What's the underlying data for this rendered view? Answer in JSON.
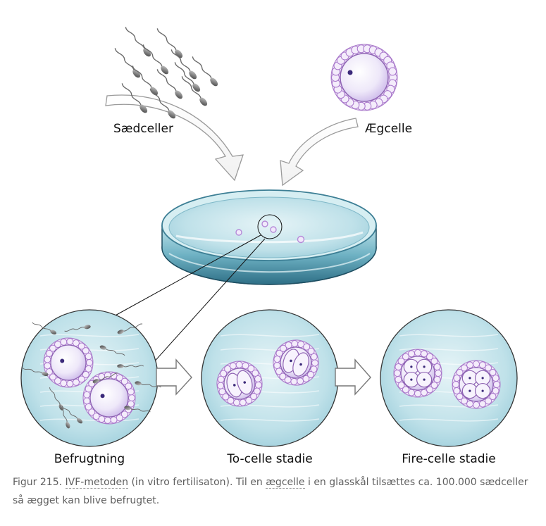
{
  "labels": {
    "sperm": "Sædceller",
    "egg": "Ægcelle",
    "stage1": "Befrugtning",
    "stage2": "To-celle stadie",
    "stage3": "Fire-celle stadie"
  },
  "caption": {
    "prefix": "Figur 215. ",
    "term1": "IVF-metoden",
    "middle1": " (in vitro fertilisaton). Til en ",
    "term2": "ægcelle",
    "rest": " i en glasskål tilsættes ca. 100.000 sædceller så ægget kan blive befrugtet."
  },
  "colors": {
    "membrane": "#b98ad6",
    "cytoplasm": "#ece6f8",
    "water": "#b9dde6",
    "glass": "#7fb8c8"
  }
}
